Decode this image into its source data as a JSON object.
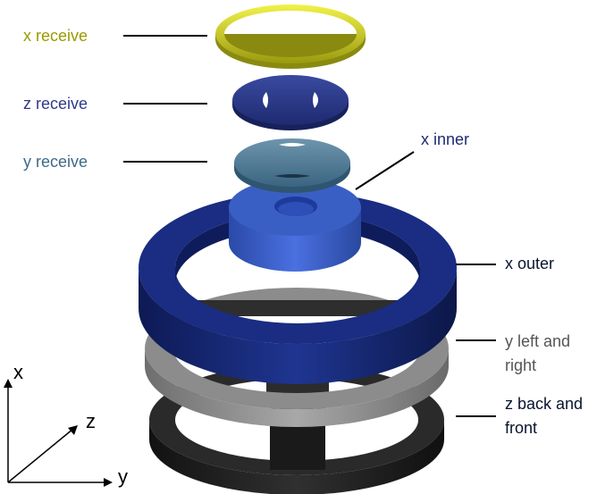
{
  "labels": {
    "x_receive": "x receive",
    "z_receive": "z receive",
    "y_receive": "y receive",
    "x_inner": "x inner",
    "x_outer": "x outer",
    "y_left_right_line1": "y left and",
    "y_left_right_line2": "right",
    "z_back_front_line1": "z back and",
    "z_back_front_line2": "front"
  },
  "axes": {
    "x": "x",
    "y": "y",
    "z": "z"
  },
  "colors": {
    "x_receive": "#9a9a00",
    "z_receive": "#2e3a8c",
    "y_receive": "#3e6a88",
    "x_inner": "#1e2a6e",
    "label_dark": "#0a1430",
    "label_gray": "#555555",
    "x_receive_ring": "#d9d92a",
    "z_receive_disk": "#2a3a8c",
    "y_receive_disk": "#3f6f8c",
    "x_inner_cyl": "#3355bb",
    "x_outer_ring": "#13236e",
    "y_ring": "#8a8a8a",
    "z_ring": "#1e1e1e"
  }
}
